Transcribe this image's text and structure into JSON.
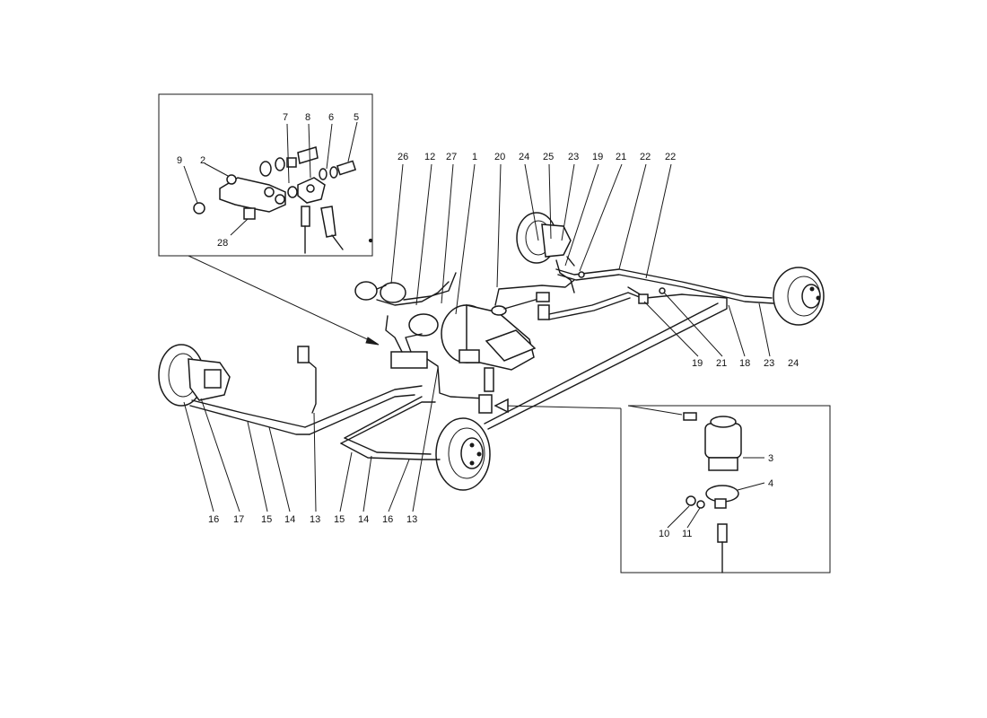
{
  "callouts": [
    "1",
    "2",
    "3",
    "4",
    "5",
    "6",
    "7",
    "8",
    "9",
    "10",
    "11",
    "12",
    "13",
    "14",
    "15",
    "16",
    "17",
    "18",
    "19",
    "20",
    "21",
    "22",
    "23",
    "24",
    "25",
    "26",
    "27",
    "28"
  ],
  "colors": {
    "ink": "#1a1a1a",
    "paper": "#ffffff"
  }
}
